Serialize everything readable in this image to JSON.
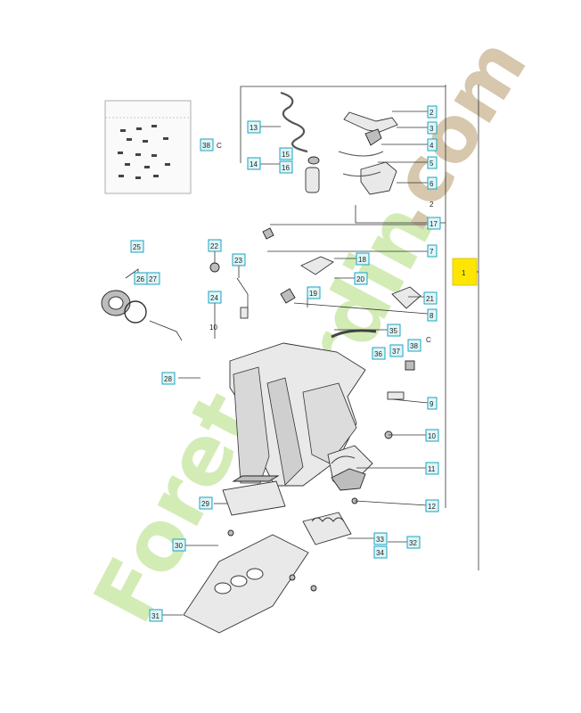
{
  "diagram": {
    "main_ref_label": "1",
    "callouts": {
      "c2a": "2",
      "c3": "3",
      "c4": "4",
      "c5": "5",
      "c6": "6",
      "c2b": "2",
      "c7": "7",
      "c8": "8",
      "c9": "9",
      "c10": "10",
      "c11": "11",
      "c12": "12",
      "c13": "13",
      "c14": "14",
      "c15": "15",
      "c16": "16",
      "c17": "17",
      "c18": "18",
      "c19": "19",
      "c20": "20",
      "c21": "21",
      "c22": "22",
      "c23": "23",
      "c24": "24",
      "c25": "25",
      "c26": "26",
      "c27": "27",
      "c28": "28",
      "c29": "29",
      "c30": "30",
      "c31": "31",
      "c32": "32",
      "c33": "33",
      "c34": "34",
      "c35": "35",
      "c36": "36",
      "c37": "37",
      "c38a": "38",
      "c38b": "38",
      "c10b": "10"
    },
    "kit_suffix_a": "C",
    "kit_suffix_b": "C"
  },
  "watermark": {
    "text_main": "Foret",
    "text_mid": "Jardin",
    "text_end": ".com",
    "colors": {
      "green": "#c9e6a8",
      "brown": "#c9b79a"
    }
  },
  "colors": {
    "callout_border": "#1aa3c4",
    "callout_fill": "#dff6f6",
    "highlight": "#ffe600"
  }
}
